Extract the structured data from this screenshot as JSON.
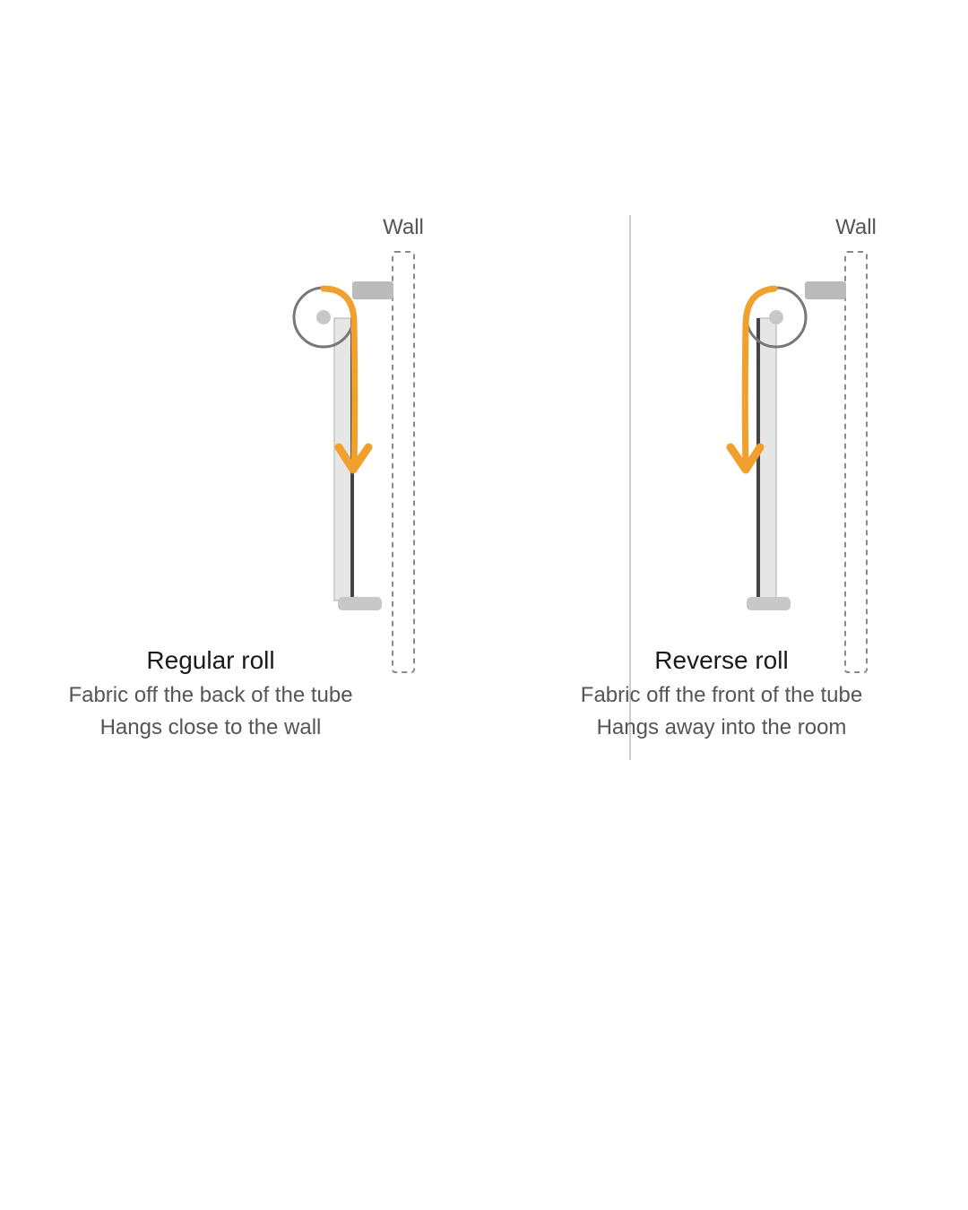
{
  "colors": {
    "accent": "#F0A02C",
    "wall_outline": "#8A8A8A",
    "bracket": "#BBBBBB",
    "fabric_fill": "#E6E6E6",
    "fabric_edge": "#444444",
    "divider": "#CCCCCC",
    "title_text": "#1A1A1A",
    "desc_text": "#555555"
  },
  "left_panel": {
    "wall_label": "Wall",
    "title": "Regular roll",
    "line1": "Fabric off the back of the tube",
    "line2": "Hangs close to the wall"
  },
  "right_panel": {
    "wall_label": "Wall",
    "title": "Reverse roll",
    "line1": "Fabric off the front of the tube",
    "line2": "Hangs away into the room"
  }
}
